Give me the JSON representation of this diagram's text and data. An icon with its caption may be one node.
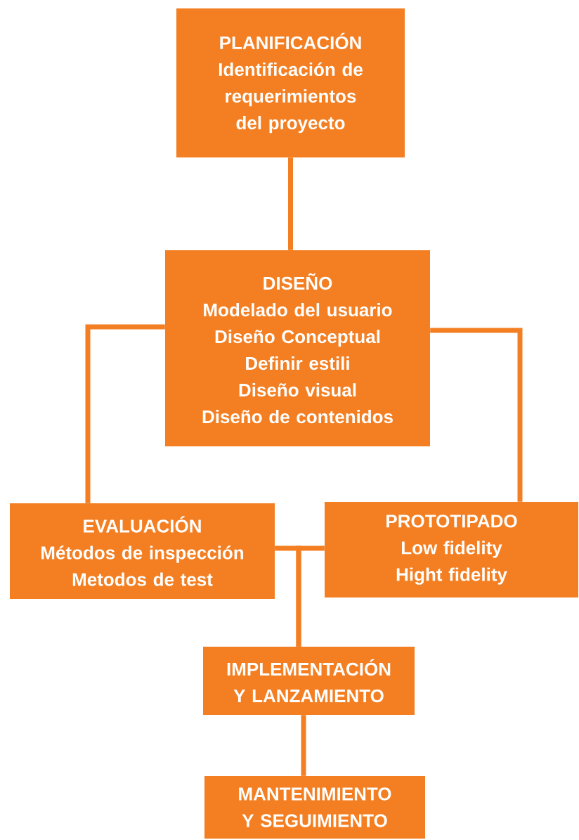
{
  "diagram": {
    "nodes": [
      {
        "text": [
          "PLANIFICACIÓN",
          "Identificación de requerimientos del proyecto"
        ]
      },
      {
        "text": [
          "DISEÑO",
          "Modelado del usuario",
          "Diseño Conceptual",
          "Definir  estili",
          "Diseño visual",
          "Diseño de contenidos"
        ]
      },
      {
        "text": [
          "EVALUACIÓN",
          "Métodos de inspección",
          "Metodos de test"
        ]
      },
      {
        "text": [
          "PROTOTIPADO",
          "Low fidelity",
          "Hight fidelity"
        ]
      },
      {
        "text": [
          "IMPLEMENTACIÓN Y LANZAMIENTO"
        ]
      },
      {
        "text": [
          "MANTENIMIENTO Y SEGUIMIENTO"
        ]
      }
    ],
    "edges": [
      {
        "from": 0,
        "to": 1,
        "arrow": "none"
      },
      {
        "from": 1,
        "to": 2,
        "arrow": "none"
      },
      {
        "from": 1,
        "to": 3,
        "arrow": "none"
      },
      {
        "from": 2,
        "to": 4,
        "arrow": "none"
      },
      {
        "from": 3,
        "to": 4,
        "arrow": "none"
      },
      {
        "from": 4,
        "to": 5,
        "arrow": "none"
      }
    ]
  }
}
